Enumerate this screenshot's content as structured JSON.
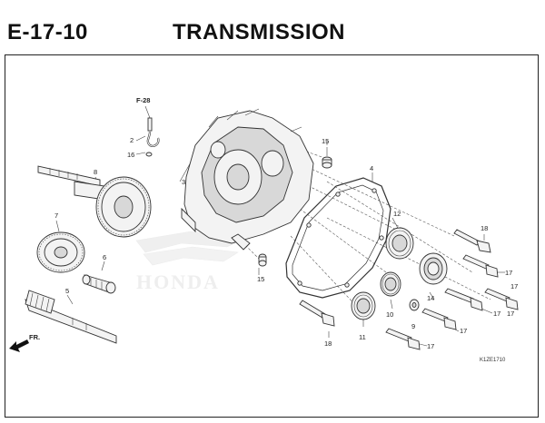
{
  "header": {
    "section": "E-17-10",
    "title": "TRANSMISSION"
  },
  "ref": "F-28",
  "diagram_code": "K1ZE1710",
  "direction": "FR.",
  "watermark": "HONDA",
  "callouts": {
    "p2": "2",
    "p3": "3",
    "p4": "4",
    "p5": "5",
    "p6": "6",
    "p7": "7",
    "p8": "8",
    "p9": "9",
    "p10": "10",
    "p11": "11",
    "p12": "12",
    "p14": "14",
    "p15a": "15",
    "p15b": "15",
    "p16": "16",
    "p17a": "17",
    "p17b": "17",
    "p17c": "17",
    "p17d": "17",
    "p17e": "17",
    "p17f": "17",
    "p18a": "18",
    "p18b": "18"
  }
}
